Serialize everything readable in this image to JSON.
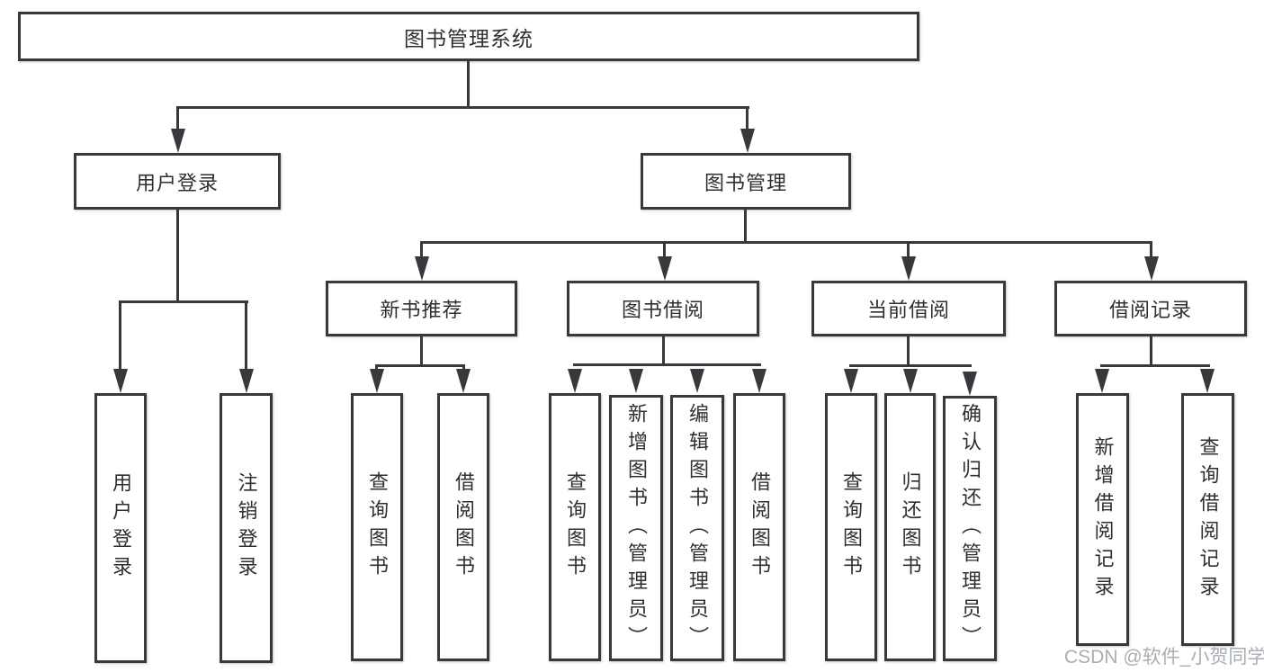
{
  "tree": {
    "label": "图书管理系统",
    "children": [
      {
        "label": "用户登录",
        "children": [
          {
            "label": "用户登录"
          },
          {
            "label": "注销登录"
          }
        ]
      },
      {
        "label": "图书管理",
        "children": [
          {
            "label": "新书推荐",
            "children": [
              {
                "label": "查询图书"
              },
              {
                "label": "借阅图书"
              }
            ]
          },
          {
            "label": "图书借阅",
            "children": [
              {
                "label": "查询图书"
              },
              {
                "label": "新增图书（管理员）"
              },
              {
                "label": "编辑图书（管理员）"
              },
              {
                "label": "借阅图书"
              }
            ]
          },
          {
            "label": "当前借阅",
            "children": [
              {
                "label": "查询图书"
              },
              {
                "label": "归还图书"
              },
              {
                "label": "确认归还（管理员）"
              }
            ]
          },
          {
            "label": "借阅记录",
            "children": [
              {
                "label": "新增借阅记录"
              },
              {
                "label": "查询借阅记录"
              }
            ]
          }
        ]
      }
    ]
  },
  "watermark": {
    "text": "CSDN @软件_小贺同学"
  },
  "colors": {
    "line": "#37393d",
    "box_fill": "#ffffff",
    "background": "#ffffff",
    "watermark": "#a9aeb3"
  }
}
